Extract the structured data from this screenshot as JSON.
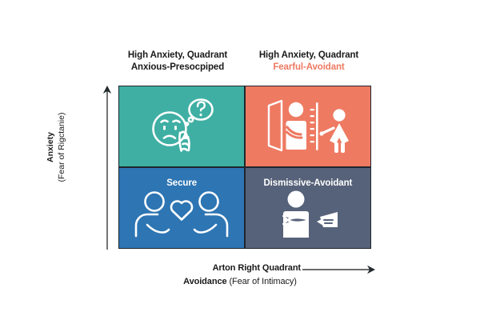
{
  "headings": {
    "left": {
      "line1": "High Anxiety, Quadrant",
      "line2": "Anxious-Presocpiped"
    },
    "right": {
      "line1": "High Anxiety, Quadrant",
      "line2": "Fearful-Avoidant"
    }
  },
  "axes": {
    "y": {
      "line1": "Anxiety",
      "line2": "(Fear of Rigctanie)",
      "arrow_icon": "arrow-up-icon"
    },
    "x": {
      "line1": "Arton Right Quadrant",
      "line2_strong": "Avoidance",
      "line2_light": " (Fear of Intimacy)",
      "arrow_icon": "arrow-right-icon"
    }
  },
  "quadrants": [
    {
      "id": "anxious-preoccupied",
      "position": "top-left",
      "label": "",
      "color": "#3FAFA3",
      "icon": "worried-face-question-icon"
    },
    {
      "id": "fearful-avoidant",
      "position": "top-right",
      "label": "",
      "color": "#EE7A62",
      "icon": "person-hiding-door-icon"
    },
    {
      "id": "secure",
      "position": "bottom-left",
      "label": "Secure",
      "color": "#2D75B3",
      "icon": "two-people-heart-icon"
    },
    {
      "id": "dismissive-avoidant",
      "position": "bottom-right",
      "label": "Dismissive-Avoidant",
      "color": "#566279",
      "icon": "crossed-arms-push-away-icon"
    }
  ],
  "colors": {
    "teal": "#3FAFA3",
    "coral": "#EE7A62",
    "blue": "#2D75B3",
    "slate": "#566279",
    "text_dark": "#1a1a1a",
    "grid_line": "#20252e",
    "icon_white": "#ffffff"
  }
}
